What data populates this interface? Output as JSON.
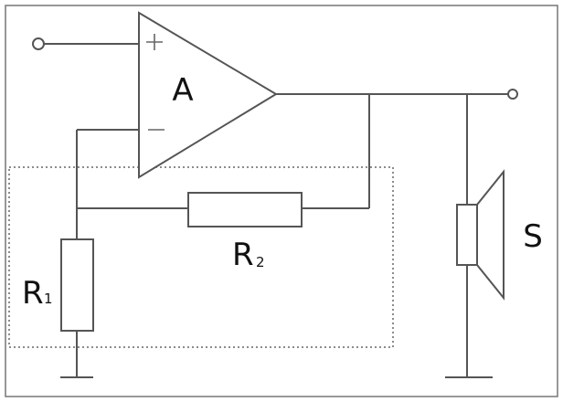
{
  "diagram": {
    "amplifier": {
      "label": "A",
      "plus": "+",
      "minus": "−"
    },
    "resistor_r1": {
      "main": "R",
      "sub": "1"
    },
    "resistor_r2": {
      "main": "R",
      "sub": "2"
    },
    "speaker": {
      "label": "S"
    }
  }
}
